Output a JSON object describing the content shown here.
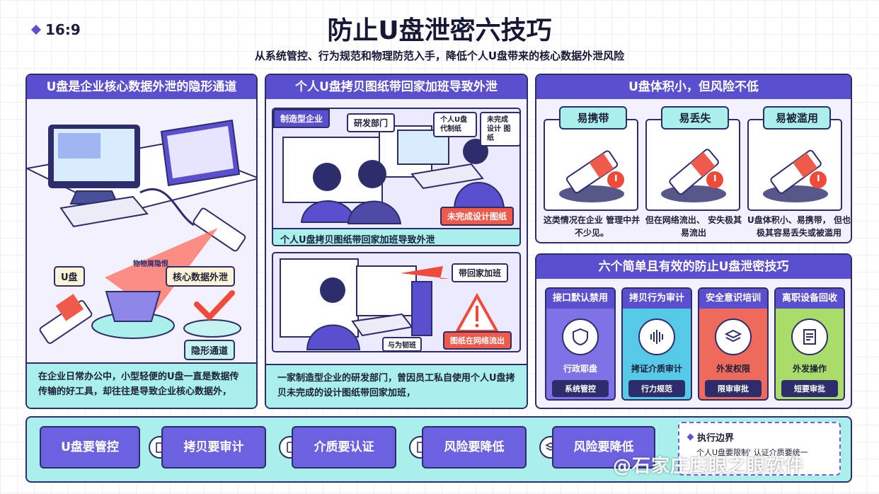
{
  "header": {
    "ratio": "16:9",
    "title": "防止U盘泄密六技巧",
    "subtitle": "从系统管控、行为规范和物理防范入手，降低个人U盘带来的核心数据外泄风险"
  },
  "panel1": {
    "title": "U盘是企业核心数据外泄的隐形通道",
    "funnel_text": "物物屑隐恨",
    "tag_udisk": "U盘",
    "tag_leak": "核心数据外泄",
    "tag_hidden": "隐形通道",
    "footer": "在企业日常办公中，小型轻便的U盘一直是数据传传输的好工具，却往往是导致企业核心数据外，"
  },
  "panel2": {
    "title": "个人U盘拷贝图纸带回家加班导致外泄",
    "chip_company": "制造型企业",
    "chip_dept": "研发部门",
    "bubble_udisk": "个人U盘 代制纸",
    "bubble_draw": "未完成设计 图纸",
    "chip_unfinished": "未完成设计图纸",
    "scene1_caption": "个人U盘拷贝图纸带回家加班导致外泄",
    "chip_home": "带回家加班",
    "chip_overtime": "与为韧班",
    "chip_leak": "图纸在网络流出",
    "footer": "一家制造型企业的研发部门，曾因员工私自使用个人U盘拷贝未完成的设计图纸带回家加班，"
  },
  "panel3": {
    "title": "U盘体积小，但风险不低",
    "risks": [
      {
        "label": "易携带",
        "desc": "这类情况在企业 管理中并不少见。"
      },
      {
        "label": "易丢失",
        "desc": "但在网络流出、 安失极其易流出"
      },
      {
        "label": "易被滥用",
        "desc": "U盘体积小、易携带， 但也极其容易丢失或被滥用"
      }
    ]
  },
  "panel4": {
    "title": "六个简单且有效的防止U盘泄密技巧",
    "tips": [
      {
        "head": "接口默认禁用",
        "label": "行政耶盘",
        "badge": "系统管控",
        "color": "#7e72e6",
        "icon": "shield-icon"
      },
      {
        "head": "拷贝行为审计",
        "label": "拷证介质审计",
        "badge": "行力规范",
        "color": "#56c8e8",
        "icon": "audio-wave-icon"
      },
      {
        "head": "安全意识培训",
        "label": "外发权限",
        "badge": "限审审批",
        "color": "#ef6a5a",
        "icon": "layers-icon"
      },
      {
        "head": "离职设备回收",
        "label": "外发操作",
        "badge": "短要审批",
        "color": "#a8dd6a",
        "icon": "document-icon"
      }
    ]
  },
  "strip": {
    "items": [
      "U盘要管控",
      "拷贝要审计",
      "介质要认证",
      "风险要降低",
      "风险要降低"
    ],
    "boundary_title": "执行边界",
    "boundary_text": "个人U盘要限制' 认证介质要统一",
    "watermark": "@石家庄鹰眼之眼软件"
  }
}
